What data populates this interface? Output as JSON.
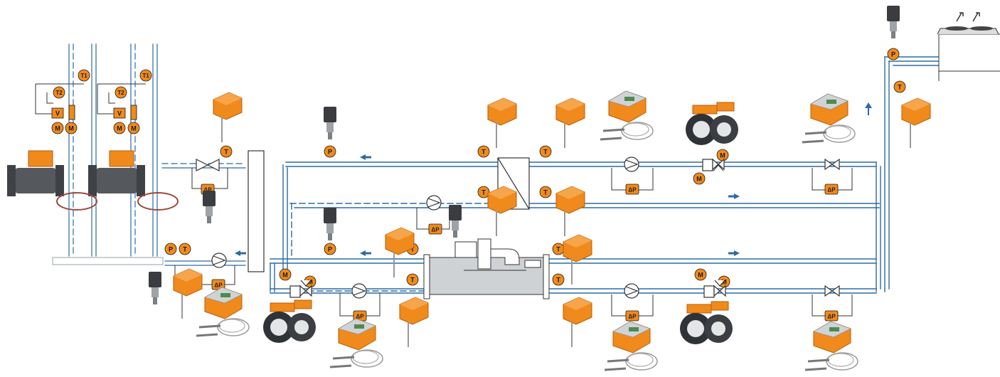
{
  "labels": {
    "t1": "T1",
    "t2": "T2",
    "v": "V",
    "m": "M",
    "t": "T",
    "p": "P",
    "dp": "ΔP"
  },
  "colors": {
    "pipe_blue": "#2b6ca3",
    "accent_orange": "#f08a1c",
    "housing_gray": "#6b6f74",
    "chiller_gray": "#cfd2d5"
  },
  "icons": [
    "temperature-sensor-icon",
    "pressure-sensor-icon",
    "differential-pressure-sensor-icon",
    "motorized-valve-icon",
    "pump-icon",
    "heat-exchanger-icon",
    "chiller-icon",
    "cooling-tower-fan-icon",
    "flow-direction-arrow-icon",
    "butterfly-valve-product-icon",
    "ball-valve-product-icon",
    "immersion-sensor-product-icon",
    "pressure-transmitter-product-icon",
    "flow-meter-product-icon"
  ]
}
